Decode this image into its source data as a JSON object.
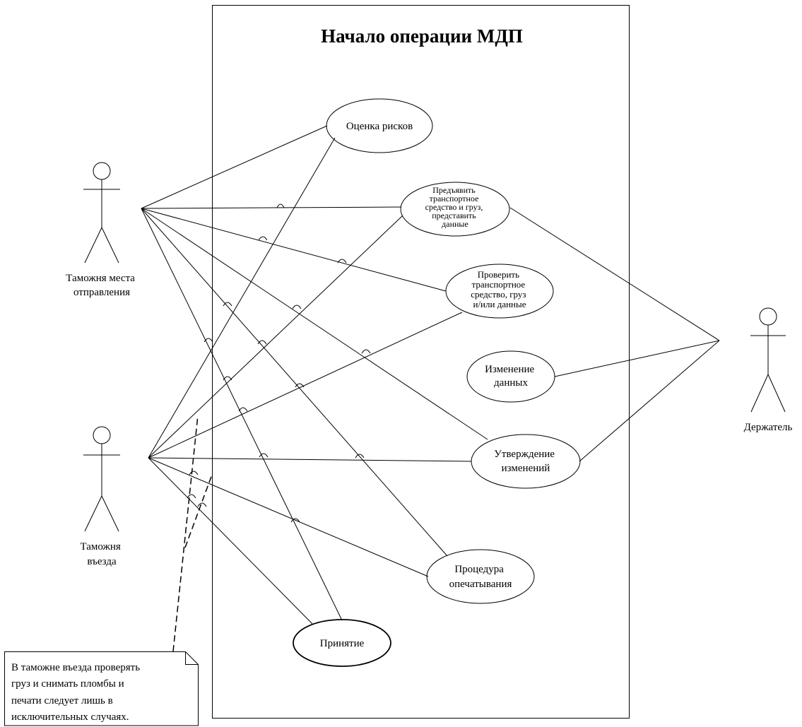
{
  "system": {
    "title": "Начало операции МДП"
  },
  "actors": {
    "departure": {
      "label_line1": "Таможня места",
      "label_line2": "отправления"
    },
    "entry": {
      "label_line1": "Таможня",
      "label_line2": "въезда"
    },
    "holder": {
      "label": "Держатель"
    }
  },
  "use_cases": {
    "risk": {
      "lines": [
        "Оценка рисков"
      ]
    },
    "present": {
      "lines": [
        "Предъявить",
        "транспортное",
        "средство и груз,",
        "представить",
        "данные"
      ]
    },
    "check": {
      "lines": [
        "Проверить",
        "транспортное",
        "средство, груз",
        "и/или данные"
      ]
    },
    "change": {
      "lines": [
        "Изменение",
        "данных"
      ]
    },
    "approve": {
      "lines": [
        "Утверждение",
        "изменений"
      ]
    },
    "seal": {
      "lines": [
        "Процедура",
        "опечатывания"
      ]
    },
    "accept": {
      "lines": [
        "Принятие"
      ]
    }
  },
  "note": {
    "lines": [
      "В таможне въезда проверять",
      "груз и снимать пломбы и",
      "печати следует лишь в",
      "исключительных случаях."
    ]
  }
}
